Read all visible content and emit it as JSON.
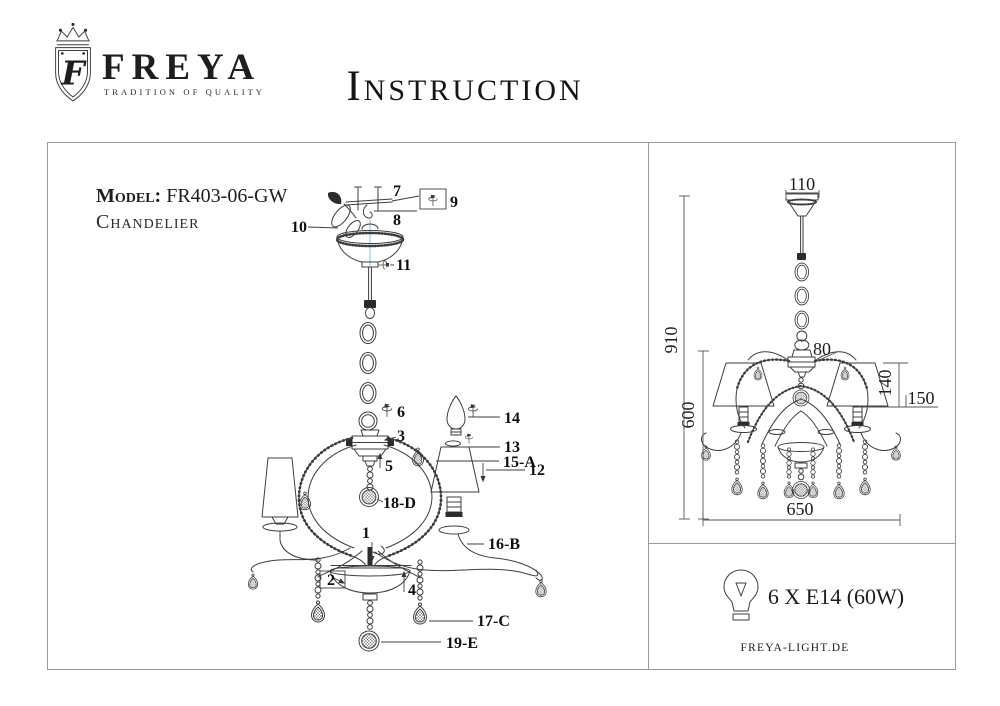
{
  "logo": {
    "brand": "FREYA",
    "tagline": "TRADITION OF QUALITY",
    "monogram": "F"
  },
  "title": "INSTRUCTION",
  "left_panel": {
    "model_label": "Model:",
    "model_value": "FR403-06-GW",
    "product_type": "Chandelier"
  },
  "part_labels": {
    "p1": "1",
    "p2": "2",
    "p3": "3",
    "p4": "4",
    "p5": "5",
    "p6": "6",
    "p7": "7",
    "p8": "8",
    "p9": "9",
    "p10": "10",
    "p11": "11",
    "p12": "12",
    "p13": "13",
    "p14": "14",
    "p15a": "15-A",
    "p16b": "16-B",
    "p17c": "17-C",
    "p18d": "18-D",
    "p19e": "19-E"
  },
  "dimensions": {
    "canopy_width": "110",
    "overall_height": "910",
    "hub_width": "80",
    "shade_height": "140",
    "shade_drop": "150",
    "body_height": "600",
    "body_width": "650"
  },
  "footer": {
    "lamp_spec": "6 X E14 (60W)",
    "website": "FREYA-LIGHT.DE"
  },
  "colors": {
    "line": "#3d3d3d",
    "border": "#9a9a9a",
    "axis_highlight": "#b9e3ee",
    "text": "#1a1a1a"
  }
}
